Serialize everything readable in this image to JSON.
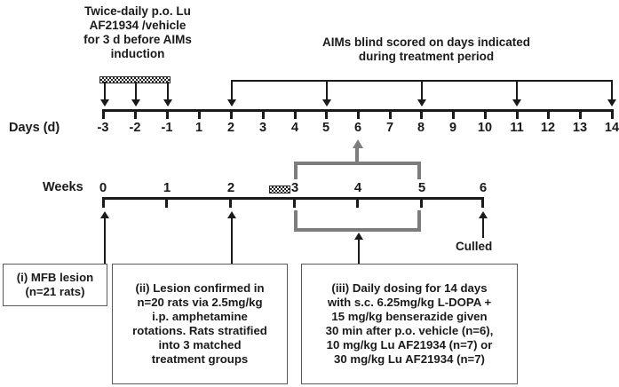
{
  "figure": {
    "type": "experimental-timeline-diagram",
    "title": "Rat AIMs study design timeline"
  },
  "annotations": {
    "pretreatment_note": "Twice-daily p.o. Lu\nAF21934 /vehicle\nfor 3 d before AIMs\ninduction",
    "aims_note": "AIMs blind scored on days indicated\nduring treatment period",
    "culled_label": "Culled"
  },
  "days_axis": {
    "label": "Days (d)",
    "ticks": [
      "-3",
      "-2",
      "-1",
      "1",
      "2",
      "3",
      "4",
      "5",
      "6",
      "7",
      "8",
      "9",
      "10",
      "11",
      "12",
      "13",
      "14"
    ],
    "dosing_arrow_days": [
      "-3",
      "-2",
      "-1"
    ],
    "scoring_arrow_days": [
      "2",
      "5",
      "8",
      "11",
      "14"
    ]
  },
  "weeks_axis": {
    "label": "Weeks",
    "ticks": [
      "0",
      "1",
      "2",
      "3",
      "4",
      "5",
      "6"
    ],
    "bracket_span": [
      "3",
      "5"
    ],
    "culled_week": "6"
  },
  "boxes": [
    {
      "id": "mfb-lesion",
      "text": "(i) MFB lesion\n(n=21 rats)",
      "anchor_week": "0"
    },
    {
      "id": "lesion-confirmed",
      "text": "(ii) Lesion confirmed in\nn=20 rats via 2.5mg/kg\ni.p. amphetamine\nrotations. Rats stratified\ninto 3 matched\ntreatment groups",
      "anchor_week": "2"
    },
    {
      "id": "daily-dosing",
      "text": "(iii) Daily dosing for 14 days\nwith s.c. 6.25mg/kg L-DOPA +\n15 mg/kg benserazide given\n30 min after p.o. vehicle (n=6),\n10 mg/kg Lu AF21934 (n=7) or\n30 mg/kg Lu AF21934 (n=7)",
      "anchor_week": "4"
    }
  ],
  "colors": {
    "ink": "#1a1a1a",
    "grey": "#7d7d7d",
    "box_border": "#5a5a5a",
    "background": "#ffffff"
  }
}
